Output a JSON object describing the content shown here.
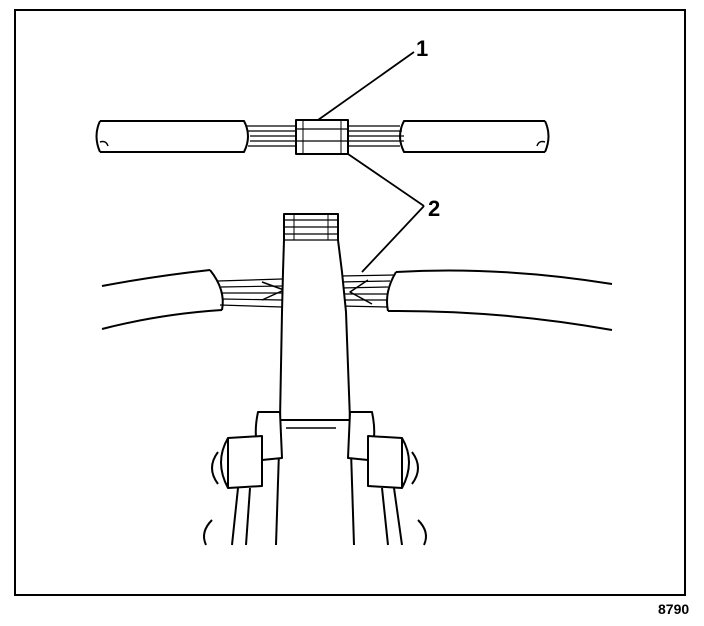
{
  "diagram": {
    "callouts": [
      {
        "number": "1",
        "target": "splice-sleeve"
      },
      {
        "number": "2",
        "target": "crimp-points"
      }
    ],
    "figure_id": "8790",
    "colors": {
      "line": "#000000",
      "background": "#ffffff"
    }
  }
}
